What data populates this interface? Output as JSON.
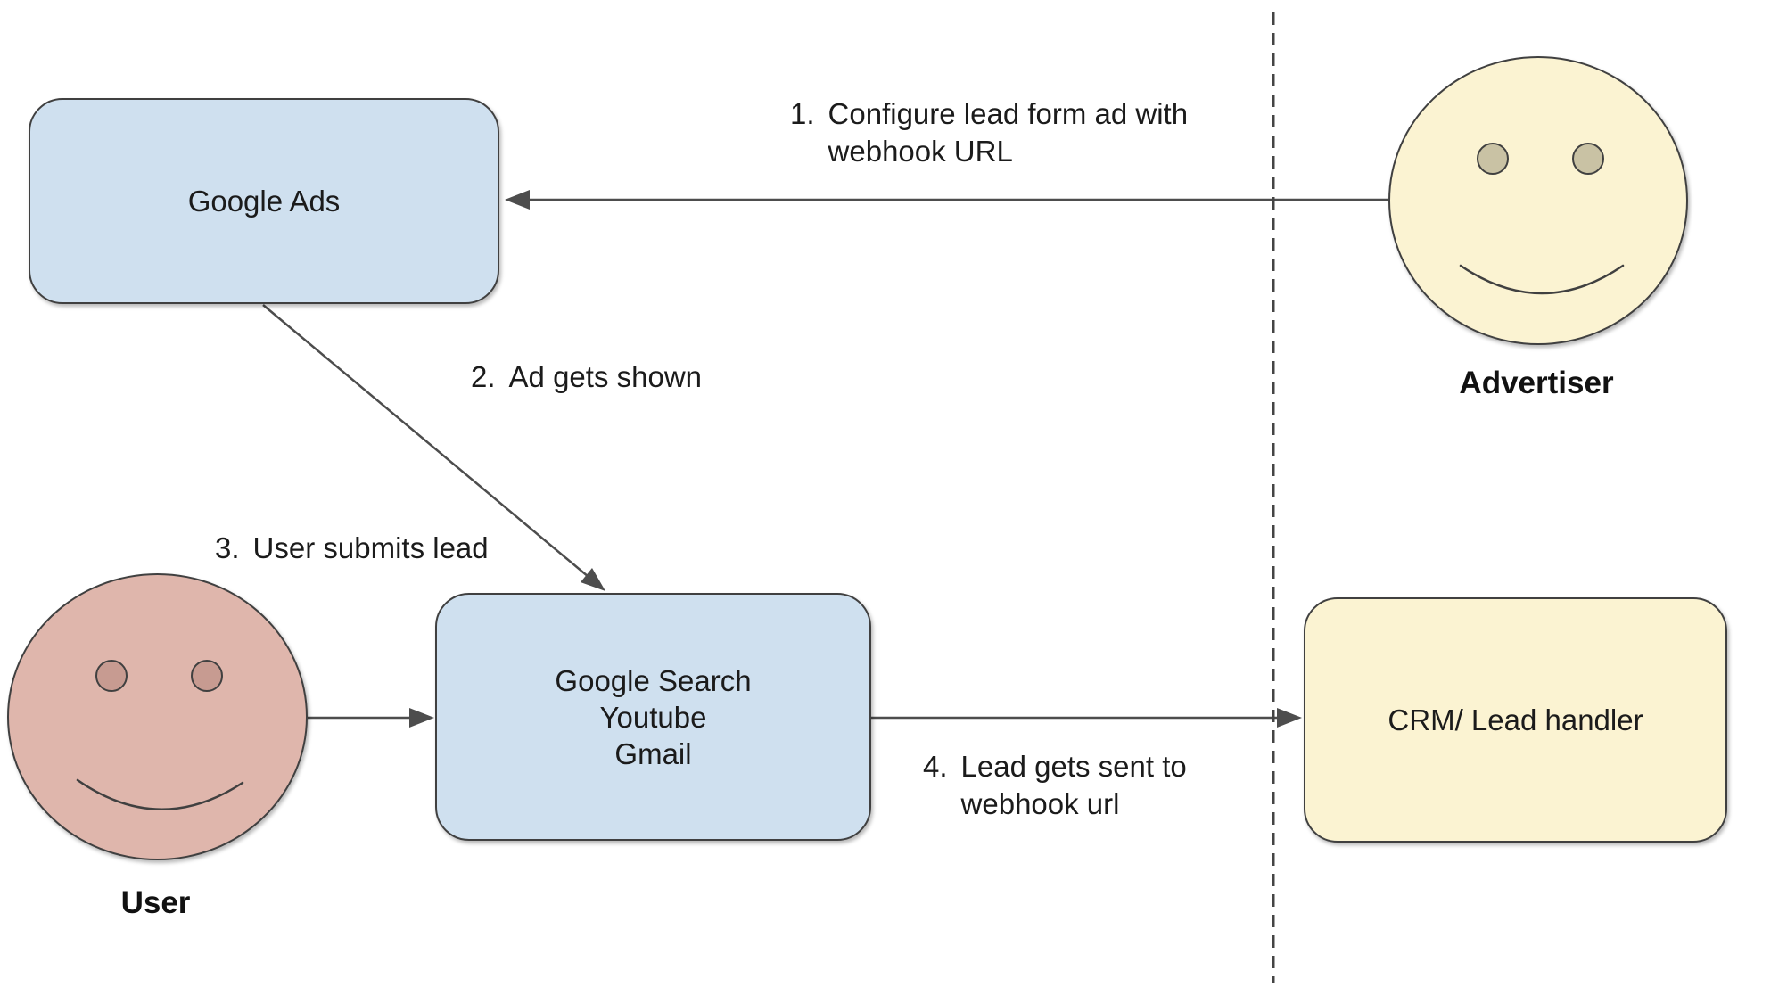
{
  "nodes": {
    "google_ads": {
      "label": "Google Ads"
    },
    "google_surfaces": {
      "lines": [
        "Google Search",
        "Youtube",
        "Gmail"
      ]
    },
    "crm": {
      "label": "CRM/ Lead handler"
    }
  },
  "actors": {
    "advertiser": {
      "label": "Advertiser"
    },
    "user": {
      "label": "User"
    }
  },
  "steps": [
    {
      "number": "1.",
      "text": "Configure lead form ad with webhook URL"
    },
    {
      "number": "2.",
      "text": "Ad gets shown"
    },
    {
      "number": "3.",
      "text": "User submits lead"
    },
    {
      "number": "4.",
      "text": "Lead gets sent to webhook url"
    }
  ],
  "colors": {
    "node_blue": "#cfe0ef",
    "node_yellow": "#fbf3d2",
    "face_pink": "#dfb6ac",
    "eye_tan": "#c9c2a4",
    "eye_pink": "#c79b91",
    "shape_stroke": "#404040",
    "arrow": "#4d4d4d",
    "text": "#1b1b1b"
  }
}
